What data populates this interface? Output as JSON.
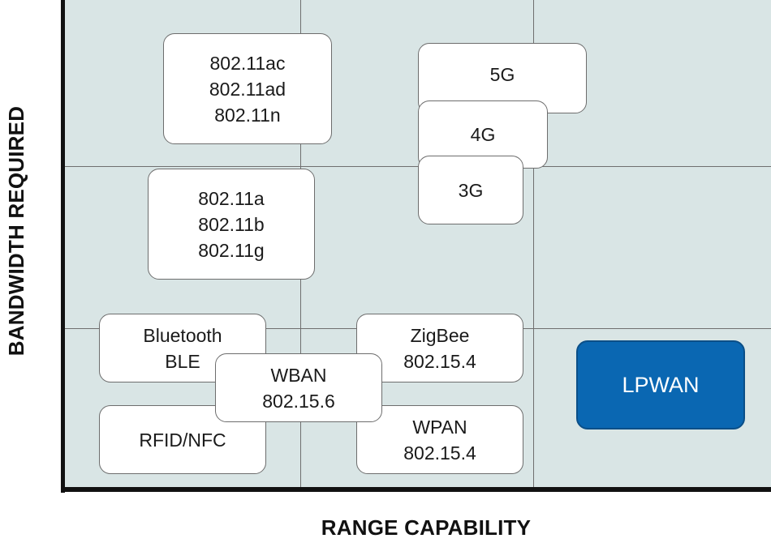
{
  "axes": {
    "x_label": "RANGE CAPABILITY",
    "y_label": "BANDWIDTH REQUIRED"
  },
  "technologies": {
    "wifi_high": "802.11ac\n802.11ad\n802.11n",
    "wifi_legacy": "802.11a\n802.11b\n802.11g",
    "cellular_5g": "5G",
    "cellular_4g": "4G",
    "cellular_3g": "3G",
    "bluetooth": "Bluetooth\nBLE",
    "rfid": "RFID/NFC",
    "wban": "WBAN\n802.15.6",
    "zigbee": "ZigBee\n802.15.4",
    "wpan": "WPAN\n802.15.4",
    "lpwan": "LPWAN"
  },
  "colors": {
    "plot_background": "#d9e5e5",
    "box_background": "#ffffff",
    "lpwan_background": "#0a67b2"
  }
}
